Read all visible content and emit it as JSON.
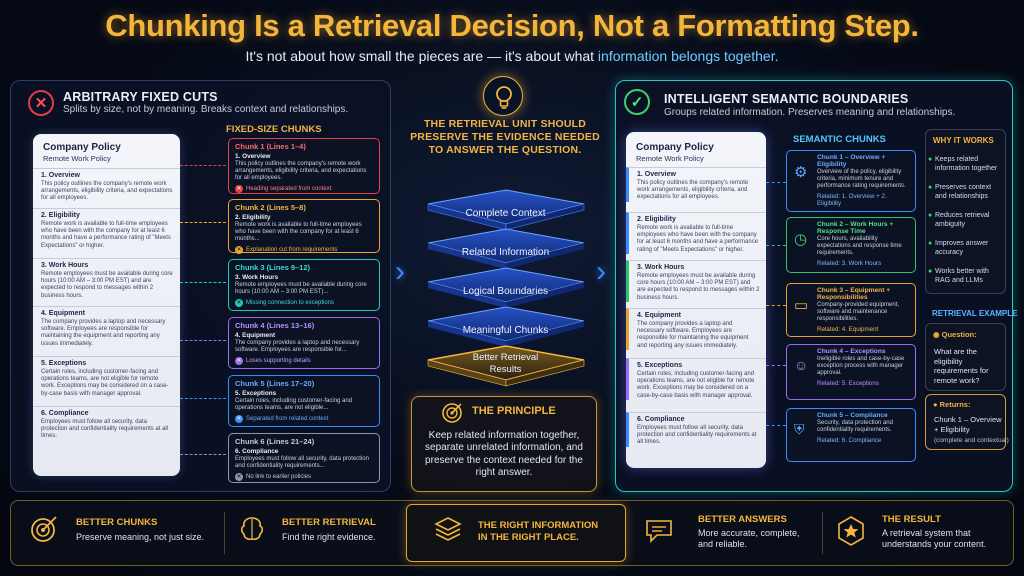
{
  "header": {
    "title": "Chunking Is a Retrieval Decision, Not a Formatting Step.",
    "subtitle_prefix": "It's not about how small the pieces are — it's about what ",
    "subtitle_highlight": "information belongs together."
  },
  "left": {
    "badge": "✕",
    "title": "ARBITRARY FIXED CUTS",
    "subtitle": "Splits by size, not by meaning. Breaks context and relationships.",
    "chunks_heading": "FIXED-SIZE CHUNKS",
    "doc": {
      "title": "Company Policy",
      "subtitle": "Remote Work Policy",
      "sections": [
        {
          "title": "1. Overview",
          "body": "This policy outlines the company's remote work arrangements, eligibility criteria, and expectations for all employees."
        },
        {
          "title": "2. Eligibility",
          "body": "Remote work is available to full-time employees who have been with the company for at least 6 months and have a performance rating of \"Meets Expectations\" or higher."
        },
        {
          "title": "3. Work Hours",
          "body": "Remote employees must be available during core hours (10:00 AM – 3:00 PM EST) and are expected to respond to messages within 2 business hours."
        },
        {
          "title": "4. Equipment",
          "body": "The company provides a laptop and necessary software. Employees are responsible for maintaining the equipment and reporting any issues immediately."
        },
        {
          "title": "5. Exceptions",
          "body": "Certain roles, including customer-facing and operations teams, are not eligible for remote work. Exceptions may be considered on a case-by-case basis with manager approval."
        },
        {
          "title": "6. Compliance",
          "body": "Employees must follow all security, data protection and confidentiality requirements at all times."
        }
      ]
    },
    "chunks": [
      {
        "title": "Chunk 1 (Lines 1–4)",
        "section": "1. Overview",
        "body": "This policy outlines the company's remote work arrangements, eligibility criteria, and expectations for all employees.",
        "note": "Heading separated from context",
        "color": "#e2404a"
      },
      {
        "title": "Chunk 2 (Lines 5–8)",
        "section": "2. Eligibility",
        "body": "Remote work is available to full-time employees who have been with the company for at least 6 months...",
        "note": "Explanation cut from requirements",
        "color": "#f0a52c"
      },
      {
        "title": "Chunk 3 (Lines 9–12)",
        "section": "3. Work Hours",
        "body": "Remote employees must be available during core hours (10:00 AM – 3:00 PM EST)...",
        "note": "Missing connection to exceptions",
        "color": "#25c9c1"
      },
      {
        "title": "Chunk 4 (Lines 13–16)",
        "section": "4. Equipment",
        "body": "The company provides a laptop and necessary software. Employees are responsible for...",
        "note": "Loses supporting details",
        "color": "#9b6df0"
      },
      {
        "title": "Chunk 5 (Lines 17–20)",
        "section": "5. Exceptions",
        "body": "Certain roles, including customer-facing and operations teams, are not eligible...",
        "note": "Separated from related context",
        "color": "#3b8cff"
      },
      {
        "title": "Chunk 6 (Lines 21–24)",
        "section": "6. Compliance",
        "body": "Employees must follow all security, data protection and confidentiality requirements...",
        "note": "No link to earlier policies",
        "color": "#8d97ab"
      }
    ]
  },
  "center": {
    "statement": "THE RETRIEVAL UNIT SHOULD PRESERVE THE EVIDENCE NEEDED TO ANSWER THE QUESTION.",
    "layers": [
      "Complete Context",
      "Related Information",
      "Logical Boundaries",
      "Meaningful Chunks",
      "Better Retrieval Results"
    ],
    "principle_title": "THE PRINCIPLE",
    "principle_body": "Keep related information together, separate unrelated information, and preserve the context needed for the right answer."
  },
  "right": {
    "badge": "✓",
    "title": "INTELLIGENT SEMANTIC BOUNDARIES",
    "subtitle": "Groups related information. Preserves meaning and relationships.",
    "chunks_heading": "SEMANTIC CHUNKS",
    "doc": {
      "title": "Company Policy",
      "subtitle": "Remote Work Policy",
      "sections": [
        {
          "title": "1. Overview",
          "body": "This policy outlines the company's remote work arrangements, eligibility criteria, and expectations for all employees."
        },
        {
          "title": "2. Eligibility",
          "body": "Remote work is available to full-time employees who have been with the company for at least 6 months and have a performance rating of \"Meets Expectations\" or higher."
        },
        {
          "title": "3. Work Hours",
          "body": "Remote employees must be available during core hours (10:00 AM – 3:00 PM EST) and are expected to respond to messages within 2 business hours."
        },
        {
          "title": "4. Equipment",
          "body": "The company provides a laptop and necessary software. Employees are responsible for maintaining the equipment and reporting any issues immediately."
        },
        {
          "title": "5. Exceptions",
          "body": "Certain roles, including customer-facing and operations teams, are not eligible for remote work. Exceptions may be considered on a case-by-case basis with manager approval."
        },
        {
          "title": "6. Compliance",
          "body": "Employees must follow all security, data protection and confidentiality requirements at all times."
        }
      ]
    },
    "chunks": [
      {
        "title": "Chunk 1 – Overview + Eligibility",
        "body": "Overview of the policy, eligibility criteria, minimum tenure and performance rating requirements.",
        "related": "Related: 1. Overview + 2. Eligibility",
        "color": "#3b8cff"
      },
      {
        "title": "Chunk 2 – Work Hours + Response Time",
        "body": "Core hours, availability expectations and response time requirements.",
        "related": "Related: 3. Work Hours",
        "color": "#2ec56a"
      },
      {
        "title": "Chunk 3 – Equipment + Responsibilities",
        "body": "Company-provided equipment, software and maintenance responsibilities.",
        "related": "Related: 4. Equipment",
        "color": "#e8a22e"
      },
      {
        "title": "Chunk 4 – Exceptions",
        "body": "Ineligible roles and case-by-case exception process with manager approval.",
        "related": "Related: 5. Exceptions",
        "color": "#9b6df0"
      },
      {
        "title": "Chunk 5 – Compliance",
        "body": "Security, data protection and confidentiality requirements.",
        "related": "Related: 6. Compliance",
        "color": "#3b8cff"
      }
    ],
    "why": {
      "title": "WHY IT WORKS",
      "items": [
        "Keeps related information together",
        "Preserves context and relationships",
        "Reduces retrieval ambiguity",
        "Improves answer accuracy",
        "Works better with RAG and LLMs"
      ]
    },
    "retrieval": {
      "title": "RETRIEVAL EXAMPLE",
      "question_label": "Question:",
      "question": "What are the eligibility requirements for remote work?",
      "returns_label": "Returns:",
      "returns": "Chunk 1 – Overview + Eligibility",
      "returns_note": "(complete and contextual)"
    }
  },
  "footer": [
    {
      "title": "BETTER CHUNKS",
      "desc": "Preserve meaning, not just size."
    },
    {
      "title": "BETTER RETRIEVAL",
      "desc": "Find the right evidence."
    },
    {
      "title": "THE RIGHT INFORMATION IN THE RIGHT PLACE.",
      "desc": ""
    },
    {
      "title": "BETTER ANSWERS",
      "desc": "More accurate, complete, and reliable."
    },
    {
      "title": "THE RESULT",
      "desc": "A retrieval system that understands your content."
    }
  ]
}
